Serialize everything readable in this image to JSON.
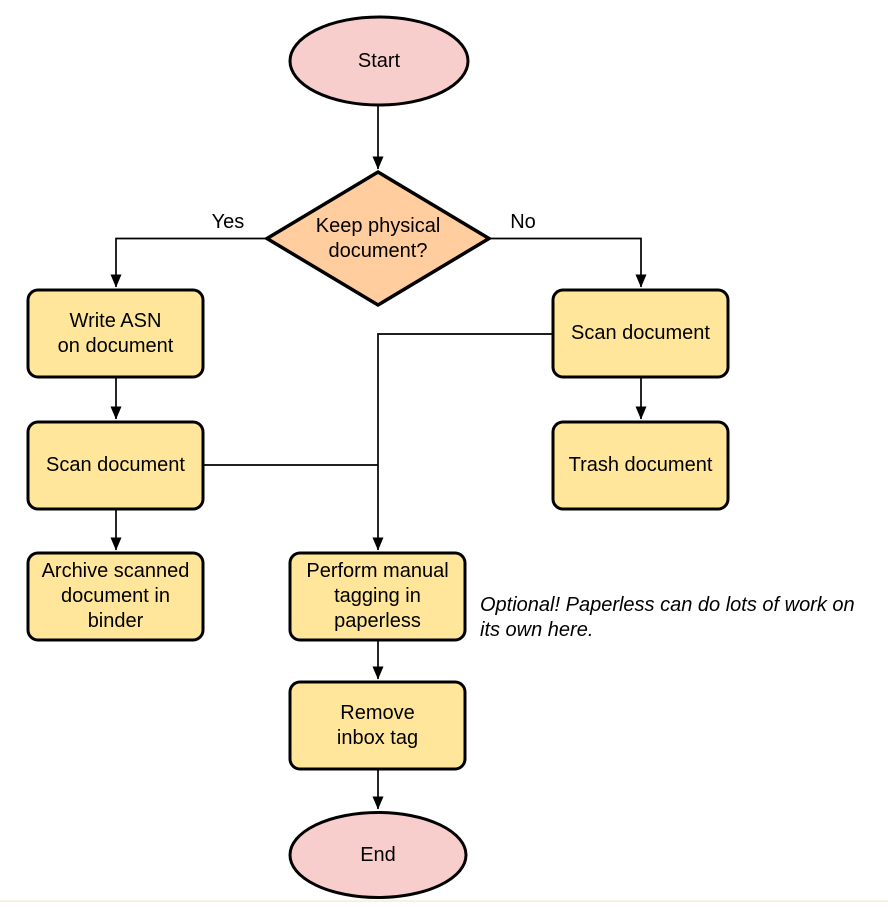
{
  "colors": {
    "terminator_fill": "#f8cecc",
    "decision_fill": "#ffcd9e",
    "process_fill": "#ffe69a",
    "line": "#000000"
  },
  "nodes": {
    "start": {
      "label": "Start"
    },
    "decision": {
      "label": "Keep physical\ndocument?"
    },
    "write_asn": {
      "label": "Write ASN\non document"
    },
    "scan_left": {
      "label": "Scan document"
    },
    "archive": {
      "label": "Archive scanned\ndocument in\nbinder"
    },
    "scan_right": {
      "label": "Scan document"
    },
    "trash": {
      "label": "Trash document"
    },
    "tagging": {
      "label": "Perform manual\ntagging in\npaperless"
    },
    "remove_inbox": {
      "label": "Remove\ninbox tag"
    },
    "end": {
      "label": "End"
    }
  },
  "edge_labels": {
    "yes": "Yes",
    "no": "No"
  },
  "note": {
    "line1": "Optional! Paperless can do lots of work on",
    "line2": "its own here."
  }
}
